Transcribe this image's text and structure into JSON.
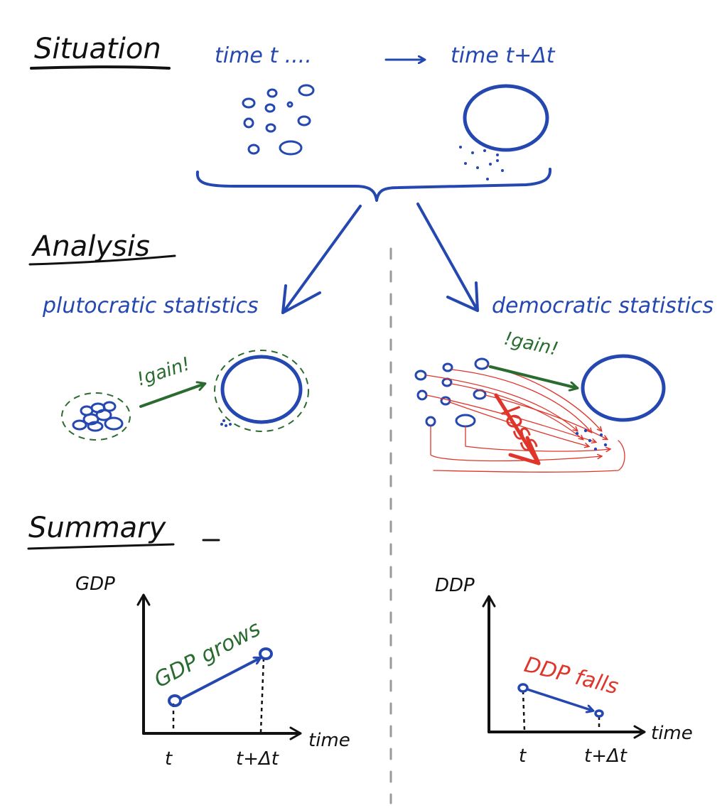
{
  "headings": {
    "situation": "Situation",
    "analysis": "Analysis",
    "summary": "Summary"
  },
  "situation": {
    "time_start": "time t ....",
    "time_end": "time t+Δt"
  },
  "analysis": {
    "plutocratic": "plutocratic statistics",
    "democratic": "democratic statistics",
    "gain_left": "!gain!",
    "gain_right": "!gain!",
    "loss": "loss"
  },
  "summary": {
    "left_chart": {
      "y_axis": "GDP",
      "x_axis": "time",
      "tick_start": "t",
      "tick_end": "t+Δt",
      "annotation": "GDP grows"
    },
    "right_chart": {
      "y_axis": "DDP",
      "x_axis": "time",
      "tick_start": "t",
      "tick_end": "t+Δt",
      "annotation": "DDP falls"
    }
  },
  "colors": {
    "blue": "#2447b0",
    "green": "#2a6b2f",
    "red": "#e0352b",
    "black": "#111111",
    "divider": "#9a9a9a"
  }
}
